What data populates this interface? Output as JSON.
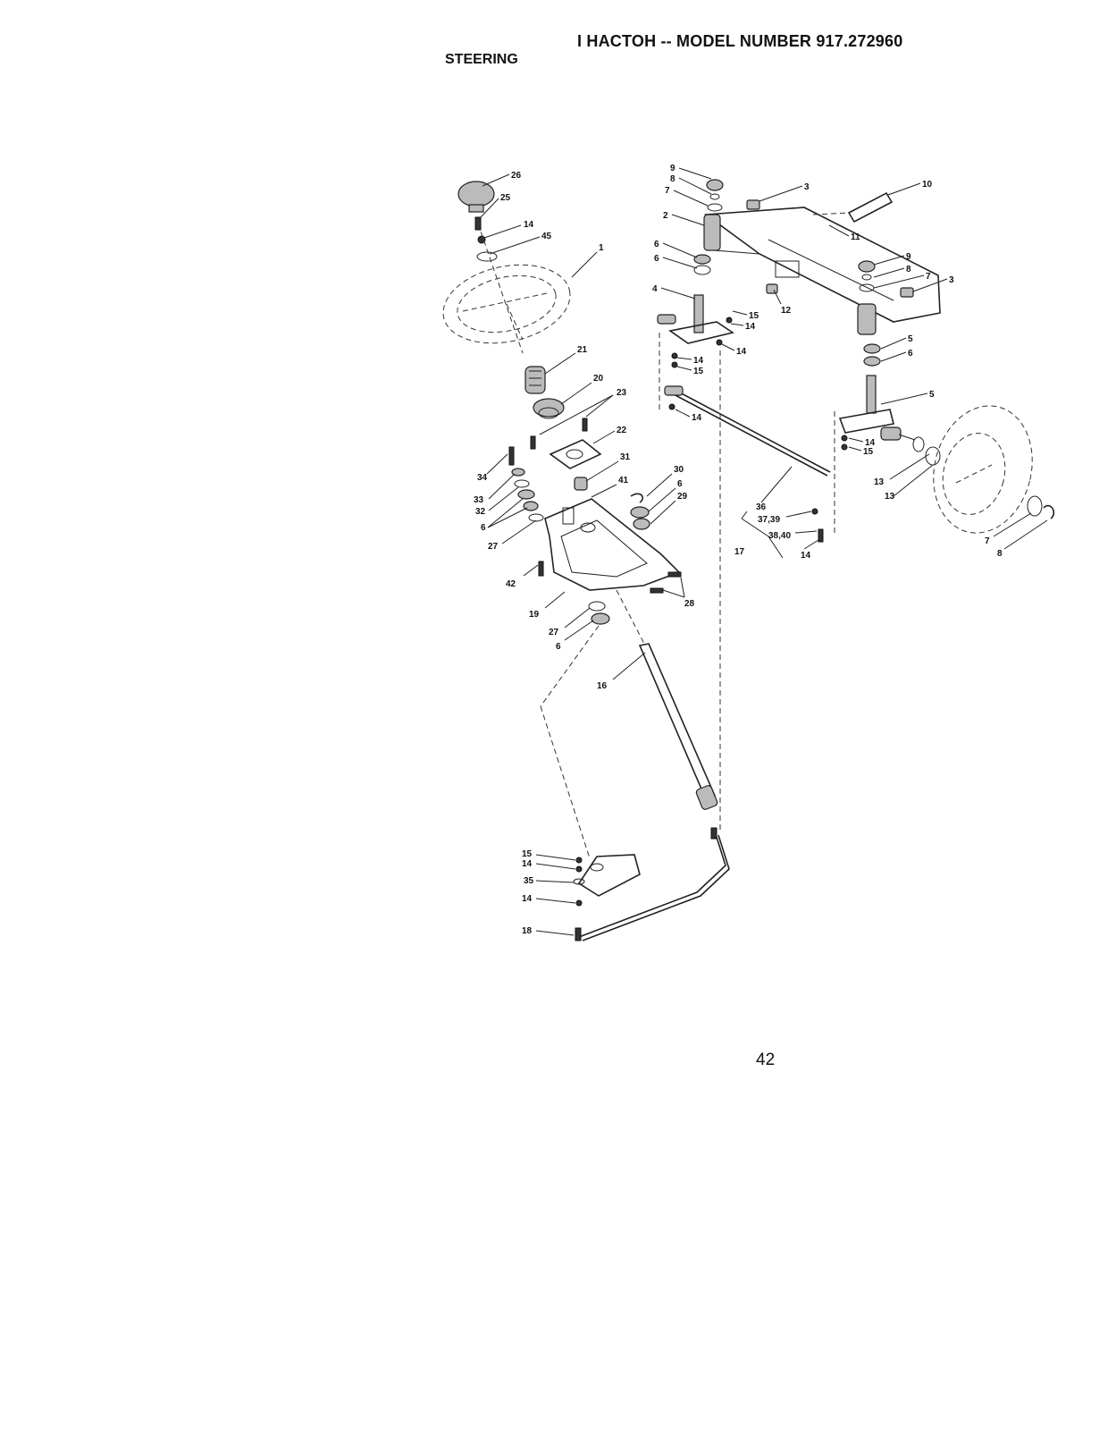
{
  "header": {
    "model_title": "I HACTOH -- MODEL NUMBER 917.272960",
    "section_title": "STEERING"
  },
  "footer": {
    "page_number": "42"
  },
  "callouts": {
    "c1": "1",
    "c2": "2",
    "c3a": "3",
    "c3b": "3",
    "c4": "4",
    "c5a": "5",
    "c5b": "5",
    "c6a": "6",
    "c6b": "6",
    "c6c": "6",
    "c6d": "6",
    "c6e": "6",
    "c6f": "6",
    "c7a": "7",
    "c7b": "7",
    "c7c": "7",
    "c8a": "8",
    "c8b": "8",
    "c8c": "8",
    "c9a": "9",
    "c9b": "9",
    "c10": "10",
    "c11": "11",
    "c12": "12",
    "c13a": "13",
    "c13b": "13",
    "c14a": "14",
    "c14b": "14",
    "c14c": "14",
    "c14d": "14",
    "c14e": "14",
    "c14f": "14",
    "c14g": "14",
    "c14h": "14",
    "c14i": "14",
    "c15a": "15",
    "c15b": "15",
    "c15c": "15",
    "c15d": "15",
    "c16": "16",
    "c17": "17",
    "c18": "18",
    "c19": "19",
    "c20": "20",
    "c21": "21",
    "c22": "22",
    "c23": "23",
    "c25": "25",
    "c26": "26",
    "c27a": "27",
    "c27b": "27",
    "c28": "28",
    "c29": "29",
    "c30": "30",
    "c31": "31",
    "c32": "32",
    "c33": "33",
    "c34": "34",
    "c35": "35",
    "c36": "36",
    "c3739": "37,39",
    "c3840": "38,40",
    "c41": "41",
    "c42": "42",
    "c45": "45"
  }
}
